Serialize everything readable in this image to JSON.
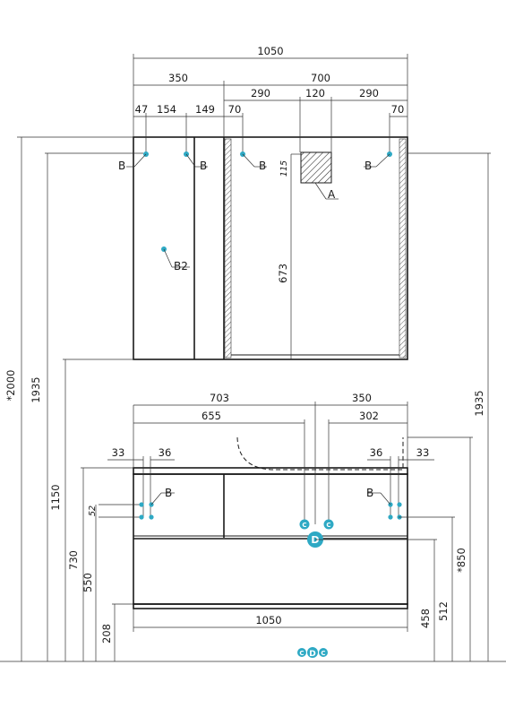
{
  "top_dims": {
    "total": "1050",
    "left": "350",
    "right": "700",
    "r1": "290",
    "r2": "120",
    "r3": "290",
    "s1": "47",
    "s2": "154",
    "s3": "149",
    "s4": "70",
    "s5": "70",
    "h115": "115",
    "h673": "673"
  },
  "side_dims": {
    "h2000": "*2000",
    "h1935a": "1935",
    "h1150": "1150",
    "h730": "730",
    "h550": "550",
    "h208": "208",
    "h1935b": "1935",
    "h850": "*850",
    "h512": "512",
    "h458": "458"
  },
  "bottom_dims": {
    "d703": "703",
    "d655": "655",
    "d350": "350",
    "d302": "302",
    "d33a": "33",
    "d36a": "36",
    "d36b": "36",
    "d33b": "33",
    "d52": "52",
    "d1050": "1050"
  },
  "labels": {
    "b": "B",
    "b2": "B2",
    "a": "A",
    "c": "C",
    "d": "D"
  },
  "colors": {
    "accent": "#2ea9c4",
    "line": "#1a1a1a"
  }
}
